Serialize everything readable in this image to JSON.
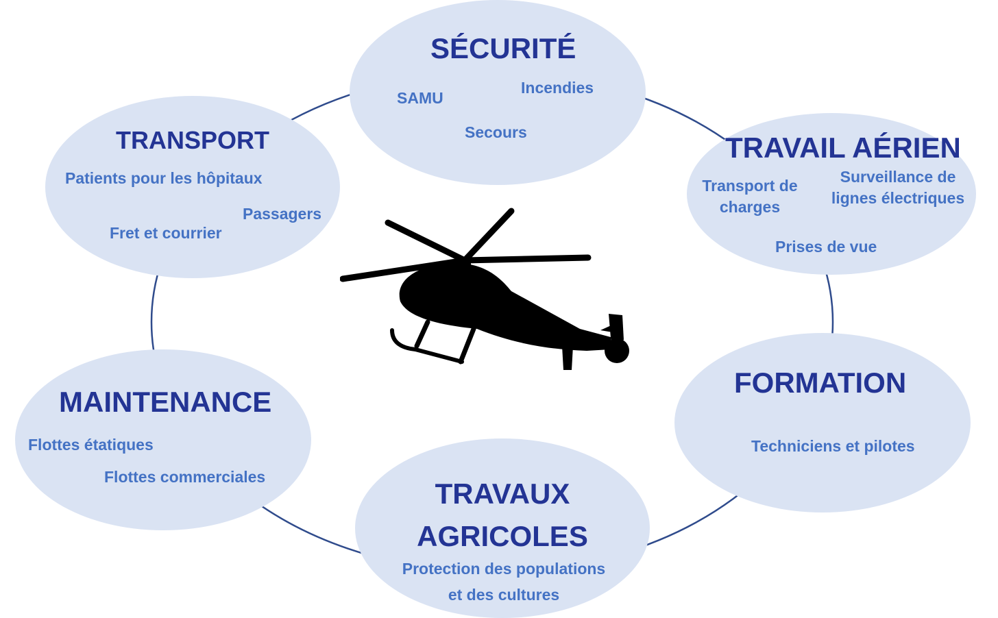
{
  "center": {
    "icon": "helicopter-icon"
  },
  "colors": {
    "node_fill": "#dae3f3",
    "title": "#233494",
    "item": "#4472c4",
    "ring": "#2f4b8c"
  },
  "securite": {
    "title": "SÉCURITÉ",
    "items": [
      "SAMU",
      "Incendies",
      "Secours"
    ]
  },
  "transport": {
    "title": "TRANSPORT",
    "items": [
      "Patients pour les hôpitaux",
      "Passagers",
      "Fret et courrier"
    ]
  },
  "travail_aerien": {
    "title": "TRAVAIL AÉRIEN",
    "items": [
      "Transport de\ncharges",
      "Surveillance de\nlignes électriques",
      "Prises de vue"
    ]
  },
  "maintenance": {
    "title": "MAINTENANCE",
    "items": [
      "Flottes étatiques",
      "Flottes commerciales"
    ]
  },
  "formation": {
    "title": "FORMATION",
    "items": [
      "Techniciens et pilotes"
    ]
  },
  "travaux_agricoles": {
    "title": "TRAVAUX\nAGRICOLES",
    "items": [
      "Protection des populations\net des cultures"
    ]
  }
}
